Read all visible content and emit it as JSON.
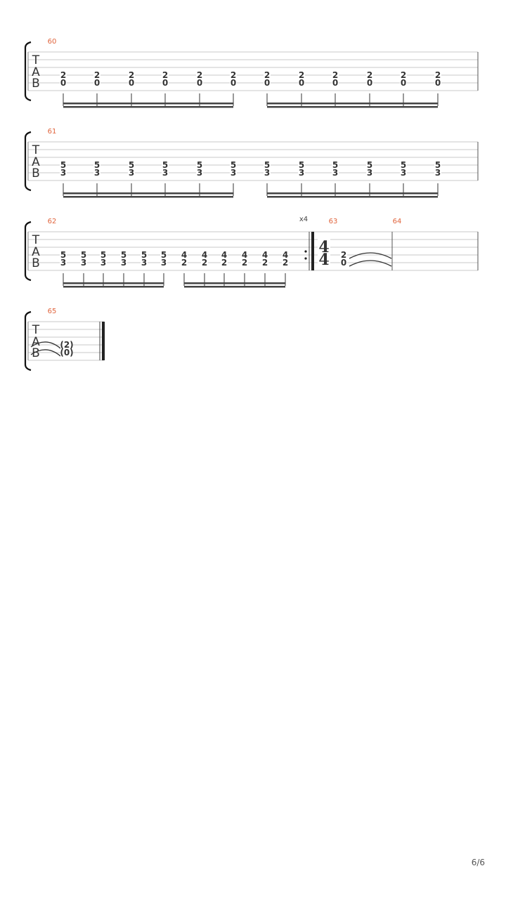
{
  "document": {
    "type": "guitar tablature",
    "page_number": "6/6",
    "clef_letters": [
      "T",
      "A",
      "B"
    ],
    "colors": {
      "measure_number": "#e0643c",
      "staff_line": "#c8c8c8",
      "notation": "#333333"
    }
  },
  "systems": [
    {
      "measures": [
        {
          "number": "60",
          "beam_groups": [
            {
              "beats": [
                [
                  "2",
                  "0"
                ],
                [
                  "2",
                  "0"
                ],
                [
                  "2",
                  "0"
                ],
                [
                  "2",
                  "0"
                ],
                [
                  "2",
                  "0"
                ],
                [
                  "2",
                  "0"
                ]
              ]
            },
            {
              "beats": [
                [
                  "2",
                  "0"
                ],
                [
                  "2",
                  "0"
                ],
                [
                  "2",
                  "0"
                ],
                [
                  "2",
                  "0"
                ],
                [
                  "2",
                  "0"
                ],
                [
                  "2",
                  "0"
                ]
              ]
            }
          ]
        }
      ]
    },
    {
      "measures": [
        {
          "number": "61",
          "beam_groups": [
            {
              "beats": [
                [
                  "5",
                  "3"
                ],
                [
                  "5",
                  "3"
                ],
                [
                  "5",
                  "3"
                ],
                [
                  "5",
                  "3"
                ],
                [
                  "5",
                  "3"
                ],
                [
                  "5",
                  "3"
                ]
              ]
            },
            {
              "beats": [
                [
                  "5",
                  "3"
                ],
                [
                  "5",
                  "3"
                ],
                [
                  "5",
                  "3"
                ],
                [
                  "5",
                  "3"
                ],
                [
                  "5",
                  "3"
                ],
                [
                  "5",
                  "3"
                ]
              ]
            }
          ]
        }
      ]
    },
    {
      "measures": [
        {
          "number": "62",
          "repeat_end": true,
          "repeat_count": "x4",
          "beam_groups": [
            {
              "beats": [
                [
                  "5",
                  "3"
                ],
                [
                  "5",
                  "3"
                ],
                [
                  "5",
                  "3"
                ],
                [
                  "5",
                  "3"
                ],
                [
                  "5",
                  "3"
                ],
                [
                  "5",
                  "3"
                ]
              ]
            },
            {
              "beats": [
                [
                  "4",
                  "2"
                ],
                [
                  "4",
                  "2"
                ],
                [
                  "4",
                  "2"
                ],
                [
                  "4",
                  "2"
                ],
                [
                  "4",
                  "2"
                ],
                [
                  "4",
                  "2"
                ]
              ]
            }
          ]
        },
        {
          "number": "63",
          "time_signature": {
            "top": "4",
            "bottom": "4"
          },
          "notes": [
            [
              "2",
              "0"
            ]
          ],
          "tie_out": true
        },
        {
          "number": "64"
        }
      ]
    },
    {
      "measures": [
        {
          "number": "65",
          "tied_notes": [
            "(2)",
            "(0)"
          ],
          "final_barline": true
        }
      ]
    }
  ]
}
